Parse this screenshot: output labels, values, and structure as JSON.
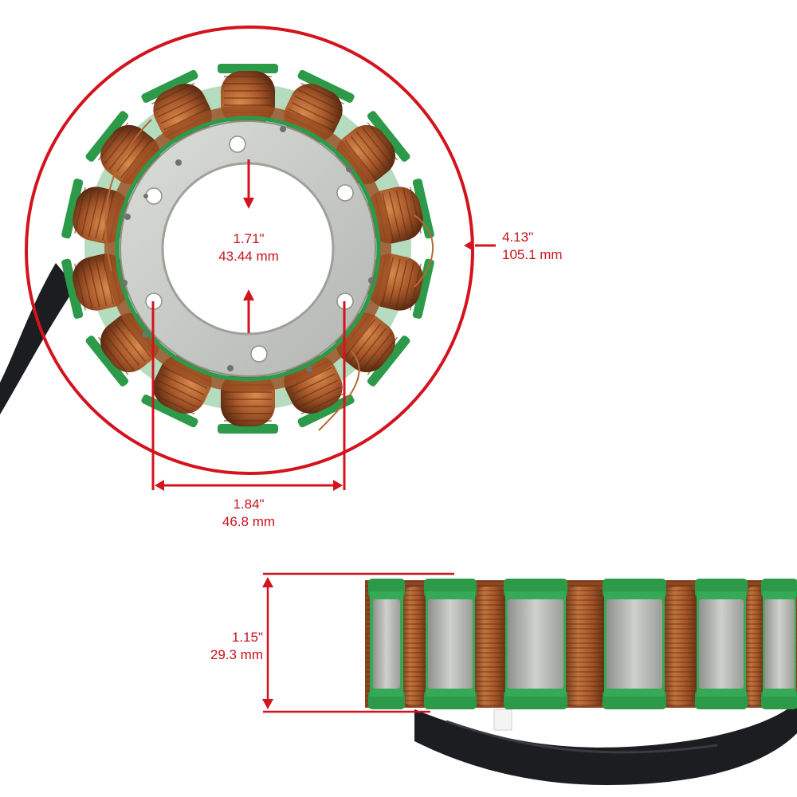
{
  "image": {
    "subject": "stator",
    "accent_color": "#d3131d",
    "coil_color": "#a9582a",
    "insulator_color": "#2c9a49",
    "core_color": "#c9ccc7",
    "cable_color": "#1c1d20"
  },
  "dimensions": {
    "inner_diameter": {
      "inches": "1.71\"",
      "mm": "43.44 mm"
    },
    "outer_diameter": {
      "inches": "4.13\"",
      "mm": "105.1 mm"
    },
    "bolt_spacing": {
      "inches": "1.84\"",
      "mm": "46.8 mm"
    },
    "height": {
      "inches": "1.15\"",
      "mm": "29.3 mm"
    }
  }
}
